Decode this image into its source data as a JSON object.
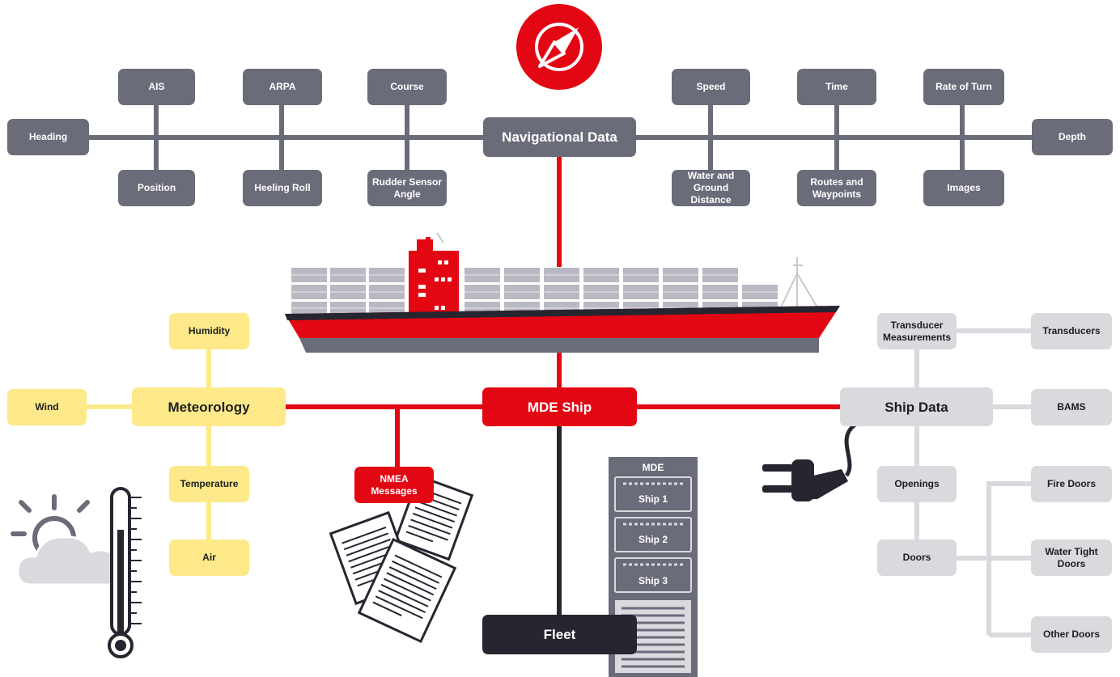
{
  "navigation": {
    "hub": "Navigational Data",
    "left": [
      "Heading"
    ],
    "right": [
      "Depth"
    ],
    "top_items": [
      "AIS",
      "ARPA",
      "Course",
      "Speed",
      "Time",
      "Rate of Turn"
    ],
    "bottom_items": [
      "Position",
      "Heeling Roll",
      "Rudder Sensor Angle",
      "Water and Ground Distance",
      "Routes and Waypoints",
      "Images"
    ]
  },
  "meteorology": {
    "hub": "Meteorology",
    "items": [
      "Humidity",
      "Wind",
      "Temperature",
      "Air"
    ]
  },
  "ship_data": {
    "hub": "Ship Data",
    "items": [
      "Transducer Measurements",
      "Transducers",
      "BAMS",
      "Openings",
      "Doors"
    ],
    "doors": [
      "Fire Doors",
      "Water Tight Doors",
      "Other Doors"
    ]
  },
  "center": {
    "hub": "MDE Ship",
    "nmea": "NMEA Messages",
    "fleet": "Fleet"
  },
  "server": {
    "title": "MDE",
    "ships": [
      "Ship 1",
      "Ship 2",
      "Ship 3"
    ]
  },
  "colors": {
    "red": "#e30613",
    "gray": "#6b6c7a",
    "yellow": "#fde98a",
    "light_gray": "#d9d9de",
    "dark": "#262631"
  }
}
